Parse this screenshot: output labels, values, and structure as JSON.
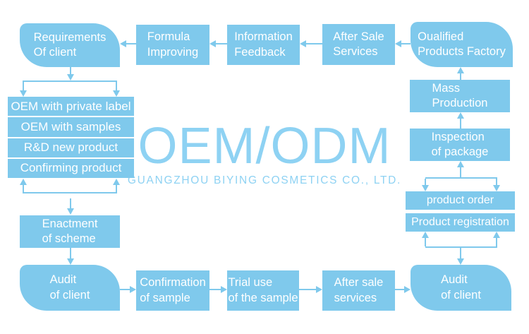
{
  "title": {
    "main": "OEM/ODM",
    "subtitle": "GUANGZHOU BIYING COSMETICS CO., LTD."
  },
  "colors": {
    "box_blue": "#7FC9EC",
    "title_blue": "#8ED2F3",
    "text_white": "#FFFFFF",
    "background": "#FFFFFF"
  },
  "boxes": {
    "requirements": {
      "label": "Requirements\nOf client"
    },
    "formula_improving": {
      "label": "Formula\nImproving"
    },
    "information_feedback": {
      "label": "Information\nFeedback"
    },
    "after_sale_top": {
      "label": "After Sale\nServices"
    },
    "factory": {
      "label": "Oualified\nProducts Factory"
    },
    "stack": [
      "OEM with private label",
      "OEM with samples",
      "R&D new product",
      "Confirming product"
    ],
    "enactment": {
      "label": "Enactment\nof scheme"
    },
    "audit_left": {
      "label": "Audit\nof client"
    },
    "confirmation": {
      "label": "Confirmation\nof sample"
    },
    "trial_use": {
      "label": "Trial use\nof the sample"
    },
    "after_sale_bottom": {
      "label": "After sale\nservices"
    },
    "audit_right": {
      "label": "Audit\nof client"
    },
    "mass_production": {
      "label": "Mass\nProduction"
    },
    "inspection": {
      "label": "Inspection\nof package"
    },
    "product_order": {
      "label": "product order"
    },
    "product_registration": {
      "label": "Product registration"
    }
  }
}
